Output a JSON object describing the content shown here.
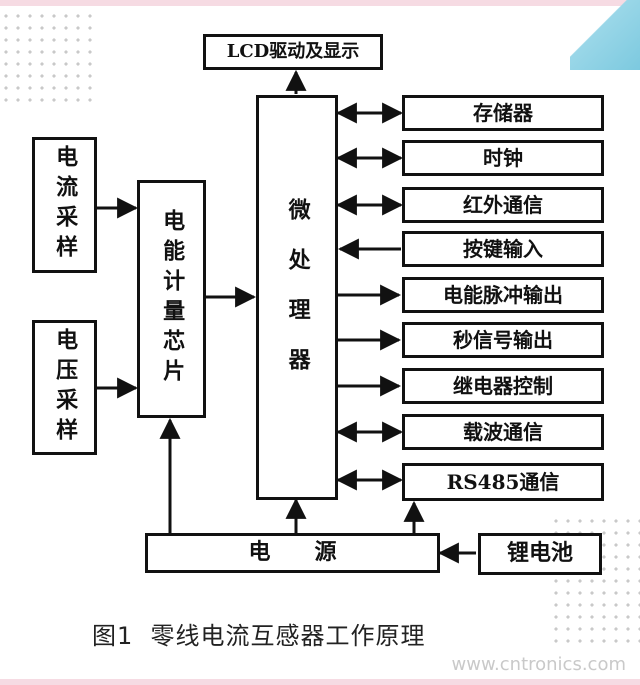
{
  "diagram": {
    "lcd": "LCD驱动及显示",
    "current_sampling": "电流采样",
    "voltage_sampling": "电压采样",
    "metering_chip": "电能计量芯片",
    "mcu": "微处理器",
    "power": "电　　源",
    "battery": "锂电池",
    "peripherals": [
      "存储器",
      "时钟",
      "红外通信",
      "按键输入",
      "电能脉冲输出",
      "秒信号输出",
      "继电器控制",
      "载波通信",
      "RS485通信"
    ]
  },
  "caption": "图1  零线电流互感器工作原理",
  "watermark": "www.cntronics.com",
  "colors": {
    "line": "#111111",
    "background": "#ffffff",
    "accent_pink": "#f6dbe3",
    "accent_blue": "#7cc9df"
  }
}
